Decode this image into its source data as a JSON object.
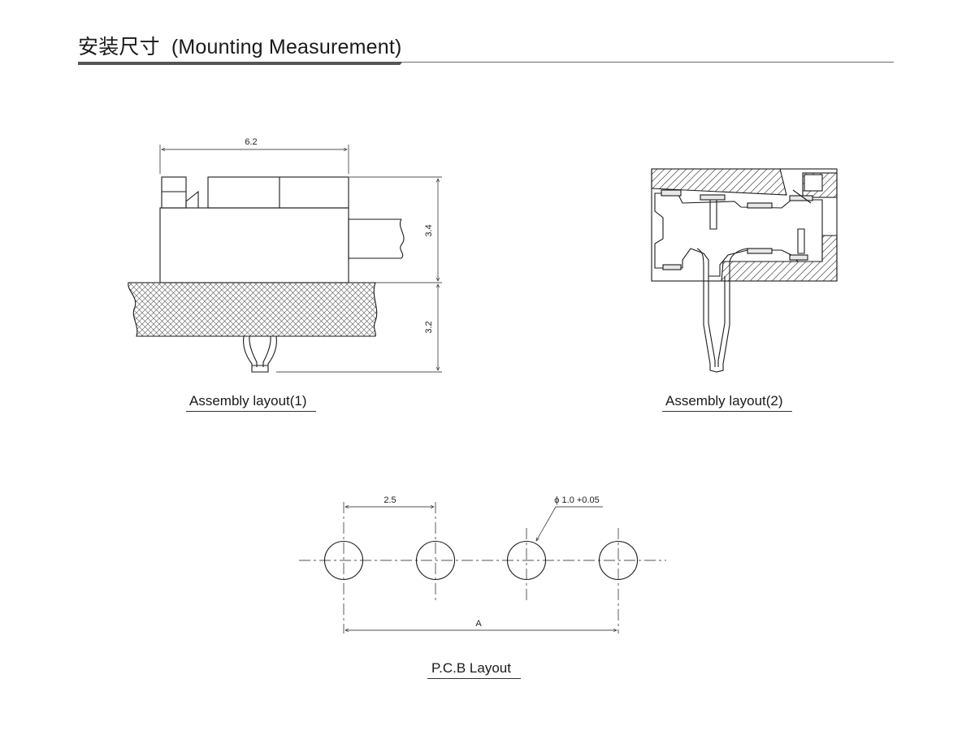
{
  "header": {
    "title_cn": "安装尺寸",
    "title_en": "(Mounting Measurement)"
  },
  "layout1": {
    "caption": "Assembly layout(1)",
    "dim_width": "6.2",
    "dim_height_top": "3.4",
    "dim_height_bottom": "3.2"
  },
  "layout2": {
    "caption": "Assembly layout(2)"
  },
  "pcb": {
    "caption": "P.C.B Layout",
    "dim_pitch": "2.5",
    "dim_hole": "ϕ 1.0 +0.05",
    "dim_total": "A",
    "hole_count": 4
  },
  "colors": {
    "line": "#1a1a1a",
    "hatch": "#555555"
  }
}
